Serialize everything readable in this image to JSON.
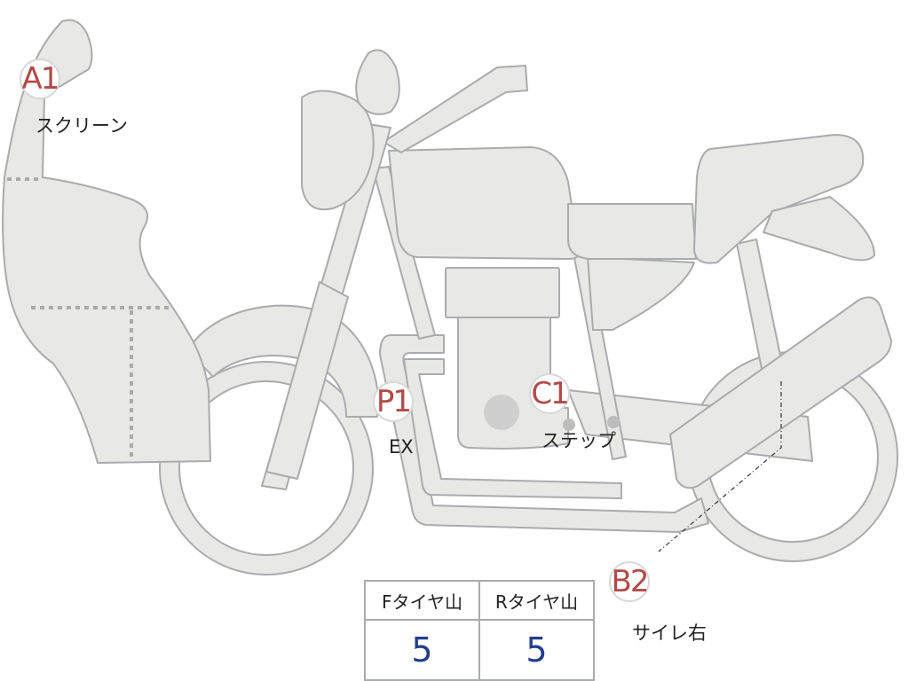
{
  "colors": {
    "marker_text": "#b24a48",
    "value_text": "#233f8a",
    "part_fill": "#e8e8e6",
    "part_stroke": "#a9abad"
  },
  "markers": {
    "a1": {
      "code": "A1",
      "label": "スクリーン"
    },
    "p1": {
      "code": "P1",
      "label": "EX"
    },
    "c1": {
      "code": "C1",
      "label": "ステップ"
    },
    "b2": {
      "code": "B2",
      "label": "サイレ右"
    }
  },
  "tread_table": {
    "front": {
      "header": "Fタイヤ山",
      "value": "5"
    },
    "rear": {
      "header": "Rタイヤ山",
      "value": "5"
    }
  }
}
